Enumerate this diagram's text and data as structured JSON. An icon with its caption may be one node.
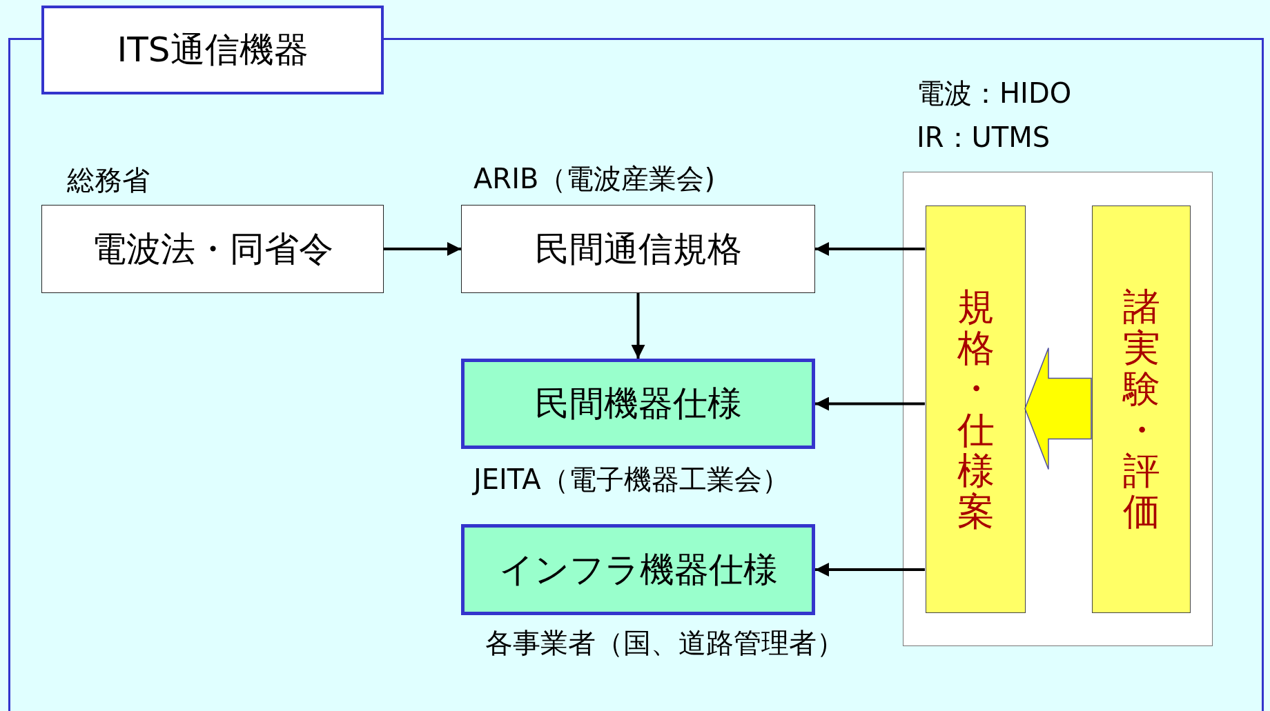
{
  "diagram": {
    "nodes": [
      {
        "text": [
          "ITS通信機器"
        ]
      },
      {
        "text": [
          "電波法・同省令"
        ],
        "in": 0,
        "beside": [
          "総務省"
        ]
      },
      {
        "text": [
          "民間通信規格"
        ],
        "in": 0,
        "beside": [
          "ARIB（電波産業会)"
        ]
      },
      {
        "text": [
          "民間機器仕様"
        ],
        "in": 0,
        "beside": [
          "JEITA（電子機器工業会）"
        ]
      },
      {
        "text": [
          "インフラ機器仕様"
        ],
        "in": 0,
        "beside": [
          "各事業者（国、道路管理者）"
        ]
      },
      {
        "text": [],
        "shape": "box",
        "in": 0,
        "beside": [
          "電波：HIDO",
          "IR：UTMS"
        ]
      },
      {
        "text": [
          "規格・仕様案"
        ],
        "in": 5
      },
      {
        "text": [
          "諸実験・評価"
        ],
        "in": 5
      }
    ],
    "edges": [
      {
        "from": 1,
        "to": 2,
        "arrow": "to"
      },
      {
        "from": 2,
        "to": 3,
        "arrow": "to"
      },
      {
        "from": 6,
        "to": 2,
        "arrow": "to"
      },
      {
        "from": 6,
        "to": 3,
        "arrow": "to"
      },
      {
        "from": 6,
        "to": 4,
        "arrow": "to"
      },
      {
        "from": 7,
        "to": 6,
        "arrow": "to",
        "style": "thick",
        "color": "#ffff00"
      }
    ]
  }
}
